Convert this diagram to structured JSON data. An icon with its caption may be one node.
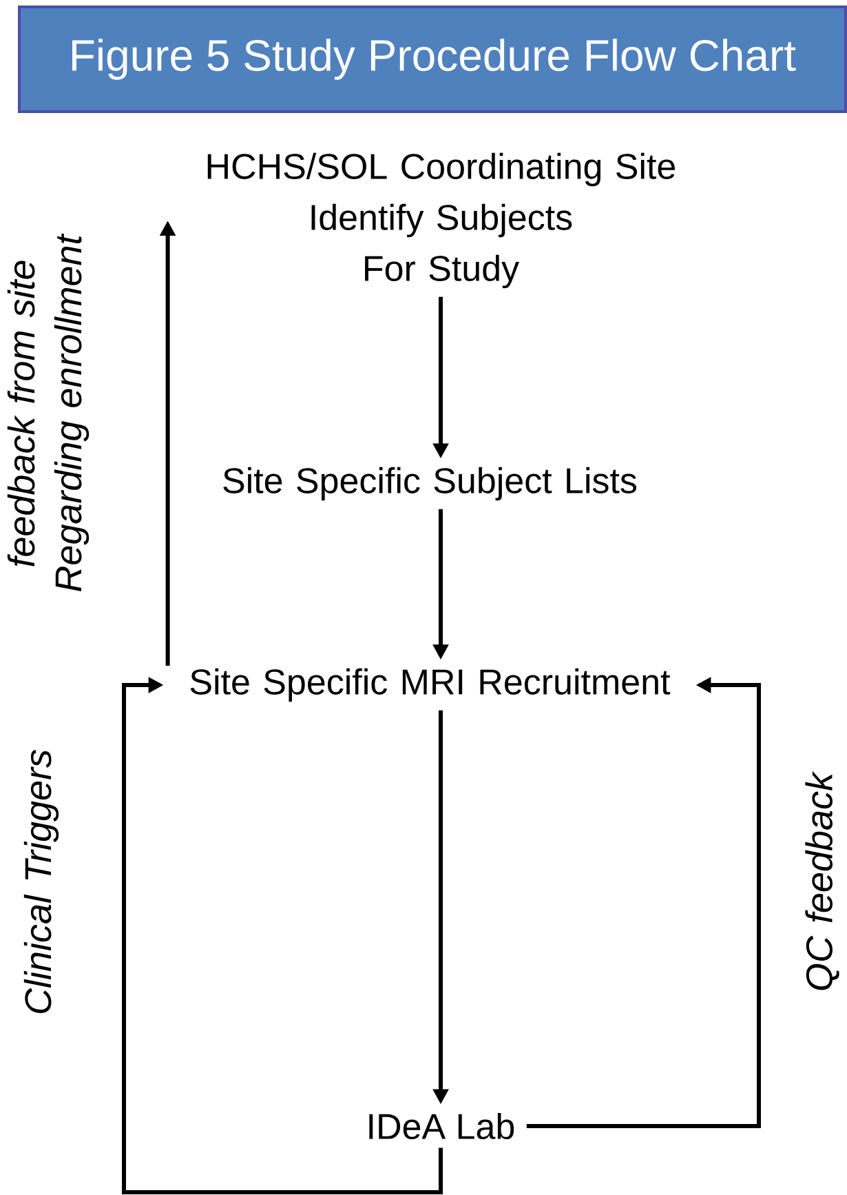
{
  "diagram": {
    "title": "Figure 5 Study Procedure Flow Chart",
    "nodes": [
      {
        "text": [
          "HCHS/SOL Coordinating Site",
          "Identify Subjects",
          "For Study"
        ]
      },
      {
        "text": [
          "Site Specific Subject Lists"
        ]
      },
      {
        "text": [
          "Site Specific MRI Recruitment"
        ]
      },
      {
        "text": [
          "IDeA Lab"
        ]
      }
    ],
    "edges": [
      {
        "from": 0,
        "to": 1,
        "arrow": "to"
      },
      {
        "from": 1,
        "to": 2,
        "arrow": "to"
      },
      {
        "from": 2,
        "to": 3,
        "arrow": "to"
      },
      {
        "from": 3,
        "to": 2,
        "arrow": "to",
        "label": "QC feedback"
      },
      {
        "from": 3,
        "to": 2,
        "arrow": "to",
        "label": "Clinical Triggers"
      },
      {
        "from": 2,
        "to": 0,
        "arrow": "to",
        "label": "feedback from site Regarding enrollment"
      }
    ]
  }
}
